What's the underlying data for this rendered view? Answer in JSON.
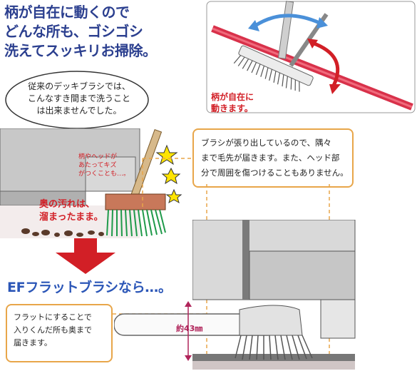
{
  "headline": {
    "line1": "柄が自在に動くので",
    "line2": "どんな所も、ゴシゴシ",
    "line3": "洗えてスッキリお掃除。"
  },
  "bubble_old": {
    "line1": "従来のデッキブラシでは、",
    "line2": "こんなすき間まで洗うこと",
    "line3": "は出来ませんでした。"
  },
  "warning_text": {
    "line1": "柄やヘッドが",
    "line2": "あたってキズ",
    "line3": "がつくことも…。"
  },
  "dirt_text": {
    "line1": "奥の汚れは、",
    "line2": "溜まったまま。"
  },
  "photo_caption": {
    "line1": "柄が自在に",
    "line2": "動きます。"
  },
  "callout": {
    "line1": "ブラシが張り出しているので、隅々",
    "line2": "まで毛先が届きます。また、ヘッド部",
    "line3": "分で周囲を傷つけることもありません。"
  },
  "ef_heading": "EFフラットブラシなら…。",
  "flat_box": {
    "line1": "フラットにすることで",
    "line2": "入りくんだ所も奥まで",
    "line3": "届きます。"
  },
  "dimension_label": "約43㎜",
  "colors": {
    "headline": "#2b3f8f",
    "accent_red": "#d21f26",
    "callout_border": "#e8a64a",
    "ef_blue": "#2b56b7"
  }
}
